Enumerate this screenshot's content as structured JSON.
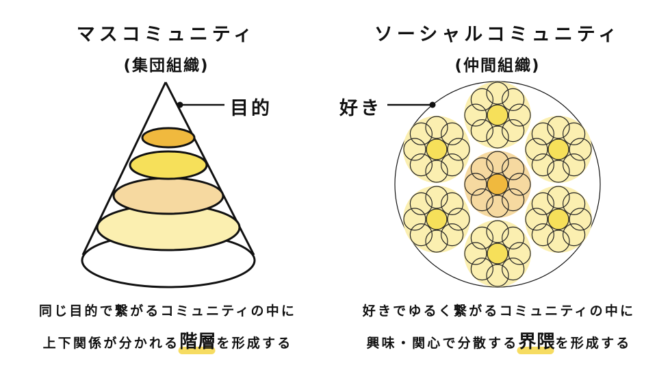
{
  "left": {
    "title": "マスコミュニティ",
    "subtitle": "(集団組織)",
    "pointer_label": "目的",
    "desc_line1": "同じ目的で繋がるコミュニティの中に",
    "desc_line2_pre": "上下関係が分かれる",
    "desc_line2_highlight": "階層",
    "desc_line2_post": "を形成する",
    "layer_colors": [
      "#f0b93e",
      "#f6e05a",
      "#f6d9a0",
      "#fbefb0"
    ]
  },
  "right": {
    "title": "ソーシャルコミュニティ",
    "subtitle": "(仲間組織)",
    "pointer_label": "好き",
    "desc_line1": "好きでゆるく繋がるコミュニティの中に",
    "desc_line2_pre": "興味・関心で分散する",
    "desc_line2_highlight": "界隈",
    "desc_line2_post": "を形成する",
    "colors": {
      "outer_disc": "#fbefb0",
      "outer_center": "#f6e05a",
      "core_disc": "#f6d9a0",
      "core_center": "#f0b93e"
    }
  }
}
